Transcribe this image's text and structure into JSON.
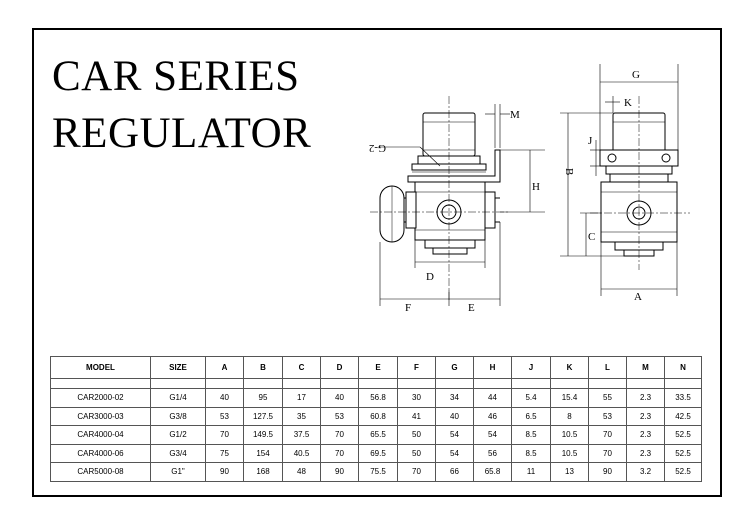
{
  "title": {
    "line1": "CAR SERIES",
    "line2": "REGULATOR"
  },
  "drawing_labels": {
    "m": "M",
    "h": "H",
    "d": "D",
    "f": "F",
    "e": "E",
    "port": "G-2",
    "g": "G",
    "k": "K",
    "j": "J",
    "b": "B",
    "c": "C",
    "a": "A"
  },
  "table": {
    "headers": [
      "MODEL",
      "SIZE",
      "A",
      "B",
      "C",
      "D",
      "E",
      "F",
      "G",
      "H",
      "J",
      "K",
      "L",
      "M",
      "N"
    ],
    "rows": [
      [
        "CAR2000-02",
        "G1/4",
        "40",
        "95",
        "17",
        "40",
        "56.8",
        "30",
        "34",
        "44",
        "5.4",
        "15.4",
        "55",
        "2.3",
        "33.5"
      ],
      [
        "CAR3000-03",
        "G3/8",
        "53",
        "127.5",
        "35",
        "53",
        "60.8",
        "41",
        "40",
        "46",
        "6.5",
        "8",
        "53",
        "2.3",
        "42.5"
      ],
      [
        "CAR4000-04",
        "G1/2",
        "70",
        "149.5",
        "37.5",
        "70",
        "65.5",
        "50",
        "54",
        "54",
        "8.5",
        "10.5",
        "70",
        "2.3",
        "52.5"
      ],
      [
        "CAR4000-06",
        "G3/4",
        "75",
        "154",
        "40.5",
        "70",
        "69.5",
        "50",
        "54",
        "56",
        "8.5",
        "10.5",
        "70",
        "2.3",
        "52.5"
      ],
      [
        "CAR5000-08",
        "G1\"",
        "90",
        "168",
        "48",
        "90",
        "75.5",
        "70",
        "66",
        "65.8",
        "11",
        "13",
        "90",
        "3.2",
        "52.5"
      ]
    ]
  }
}
